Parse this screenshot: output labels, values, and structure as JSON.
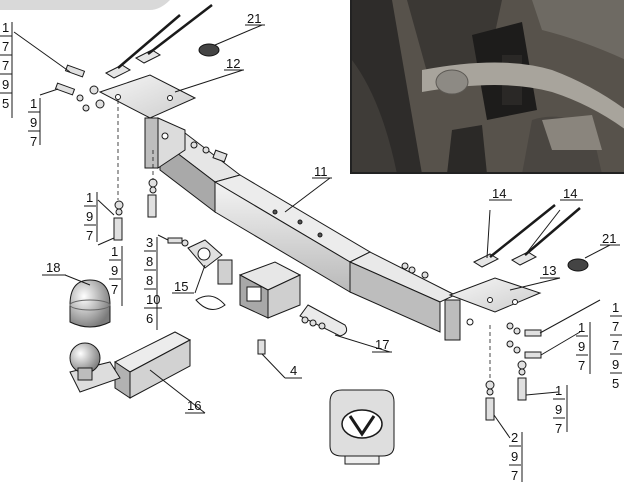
{
  "callouts": {
    "c1_top": [
      "1",
      "7",
      "7",
      "9",
      "5"
    ],
    "c1_mid": [
      "1",
      "9",
      "7"
    ],
    "c1_left_lower": [
      "1",
      "9",
      "7"
    ],
    "c1_left_bottom": [
      "1",
      "9",
      "7"
    ],
    "c3": [
      "3",
      "8",
      "8",
      "10",
      "6"
    ],
    "c1_right_top": [
      "1",
      "7",
      "7",
      "9",
      "5"
    ],
    "c1_right_mid": [
      "1",
      "9",
      "7"
    ],
    "c1_right_low": [
      "1",
      "9",
      "7"
    ],
    "c2": [
      "2",
      "9",
      "7"
    ],
    "n21_left": "21",
    "n12": "12",
    "n11": "11",
    "n14_a": "14",
    "n14_b": "14",
    "n21_right": "21",
    "n13": "13",
    "n18": "18",
    "n15": "15",
    "n17": "17",
    "n4": "4",
    "n16": "16"
  },
  "colors": {
    "line": "#1a1a1a",
    "part_light": "#f2f2f2",
    "part_mid": "#cfcfcf",
    "part_dark": "#8a8a8a"
  },
  "icons": {
    "emblem": "brand-emblem-icon"
  }
}
